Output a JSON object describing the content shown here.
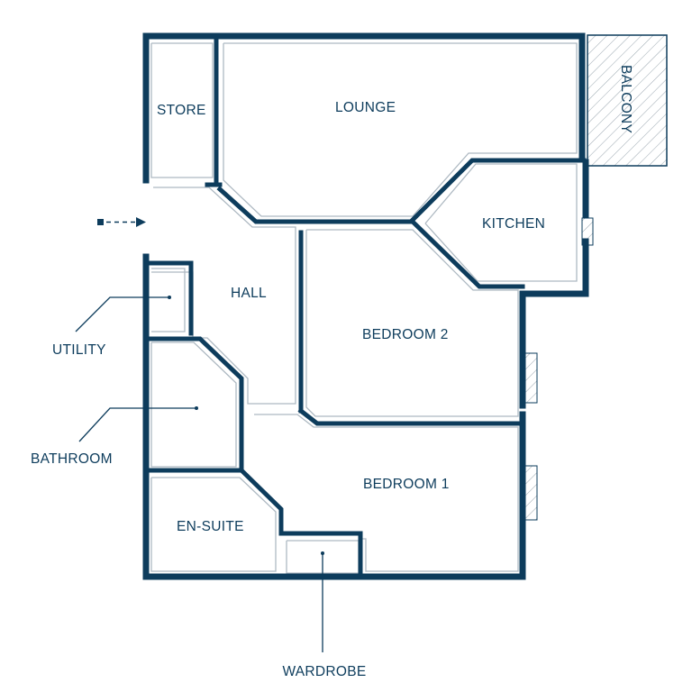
{
  "rooms": {
    "store": "STORE",
    "lounge": "LOUNGE",
    "balcony": "BALCONY",
    "kitchen": "KITCHEN",
    "hall": "HALL",
    "bedroom2": "BEDROOM 2",
    "bedroom1": "BEDROOM 1",
    "en_suite": "EN-SUITE"
  },
  "callouts": {
    "utility": "UTILITY",
    "bathroom": "BATHROOM",
    "wardrobe": "WARDROBE"
  },
  "colors": {
    "wall": "#0d3c5c",
    "inner_line": "#aeb9c2",
    "background": "#ffffff"
  },
  "icons": {
    "entrance": "entrance-arrow-icon"
  }
}
